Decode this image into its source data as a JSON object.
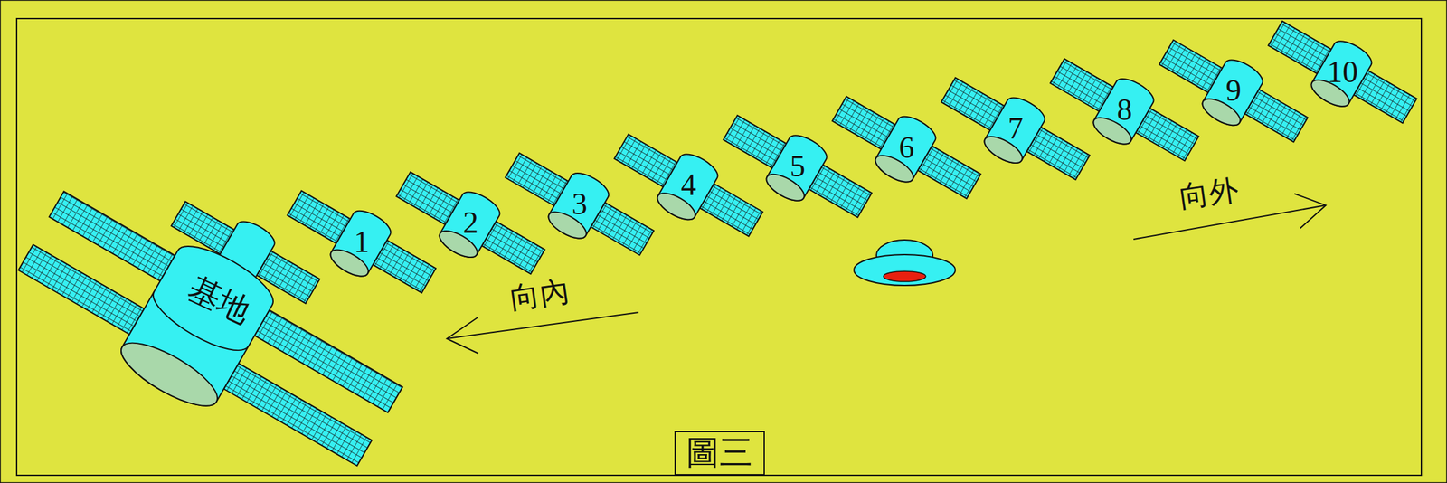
{
  "diagram": {
    "caption": "圖三",
    "nodes": [
      {
        "text": [
          "基地"
        ]
      },
      {
        "text": [
          "1"
        ]
      },
      {
        "text": [
          "2"
        ]
      },
      {
        "text": [
          "3"
        ]
      },
      {
        "text": [
          "4"
        ]
      },
      {
        "text": [
          "5"
        ]
      },
      {
        "text": [
          "6"
        ]
      },
      {
        "text": [
          "7"
        ]
      },
      {
        "text": [
          "8"
        ]
      },
      {
        "text": [
          "9"
        ]
      },
      {
        "text": [
          "10"
        ]
      }
    ],
    "labels": [
      "向內",
      "向外"
    ]
  }
}
